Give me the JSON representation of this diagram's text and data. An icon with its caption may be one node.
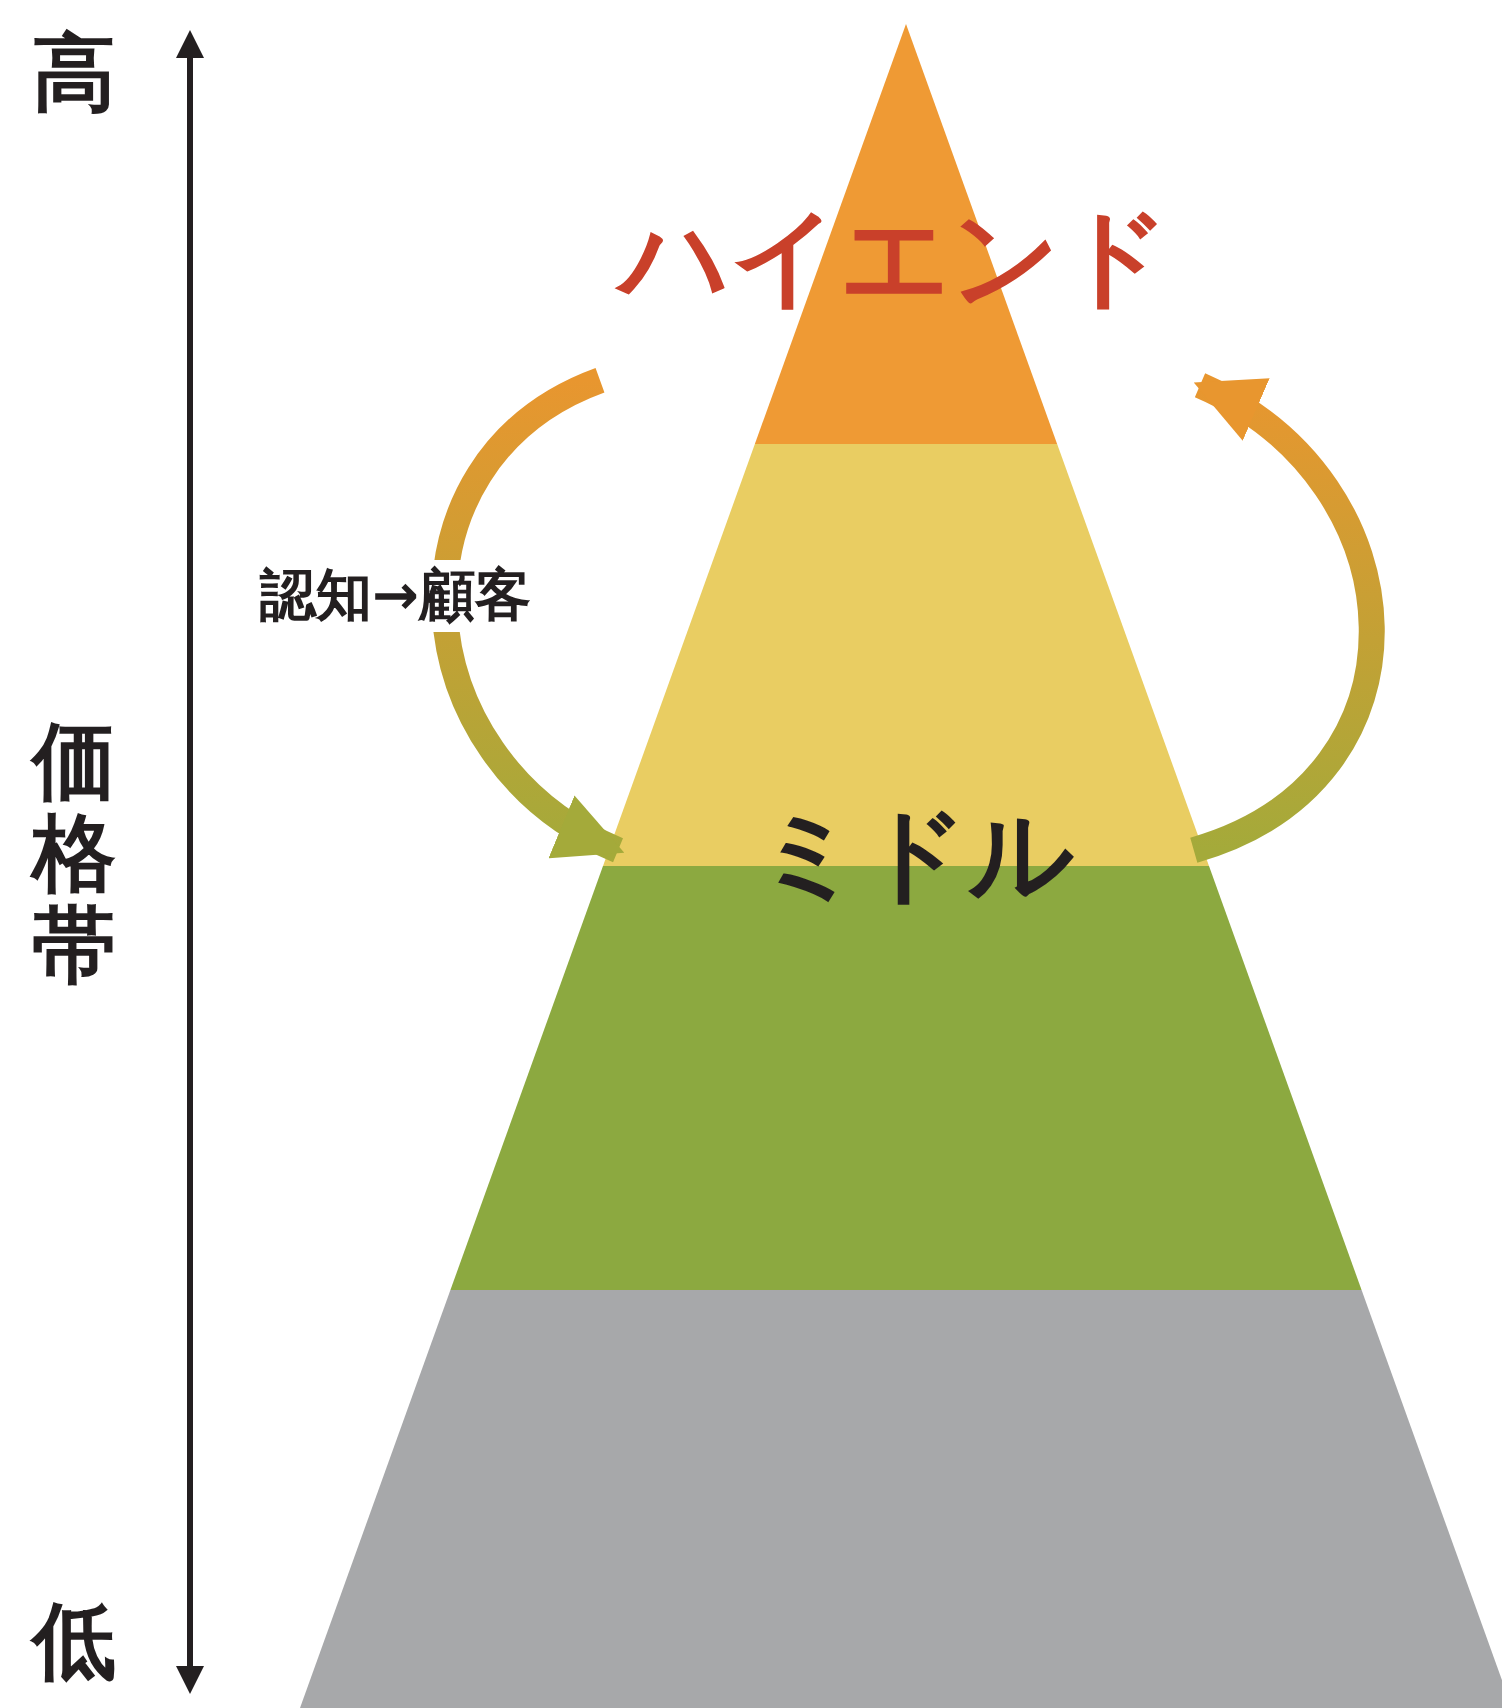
{
  "diagram": {
    "nodes": [
      {
        "text": [
          "ハイエンド"
        ]
      },
      {
        "text": [
          "ミドル"
        ]
      },
      {
        "text": [],
        "shape": "band"
      },
      {
        "text": [],
        "shape": "band"
      }
    ],
    "edges": [
      {
        "from": 0,
        "to": 1,
        "arrow": "to",
        "label": "認知→顧客"
      },
      {
        "from": 1,
        "to": 0,
        "arrow": "to"
      }
    ],
    "labels": [
      "高",
      "価格帯",
      "低"
    ]
  }
}
